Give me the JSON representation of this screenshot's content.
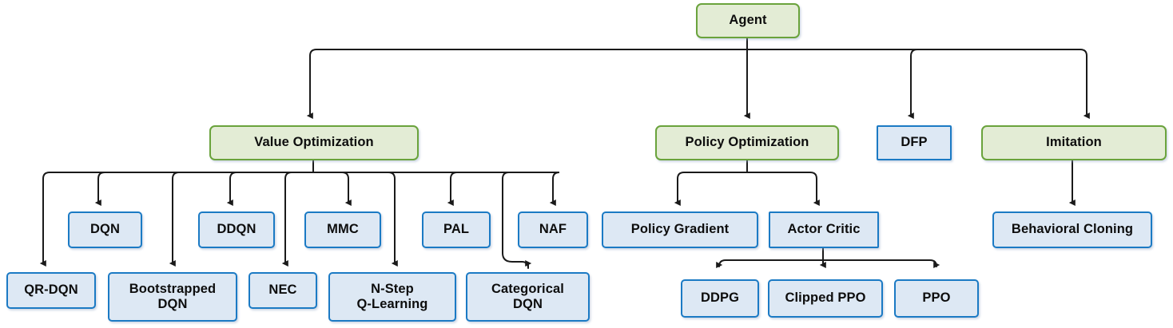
{
  "diagram": {
    "title": "Reinforcement Learning Agent Taxonomy",
    "type": "tree-hierarchy",
    "colors": {
      "green_fill": "#e3ecd5",
      "green_border": "#6aa33c",
      "blue_fill": "#dde8f4",
      "blue_border": "#1b7ac4",
      "edge": "#1a1a1a",
      "background": "#ffffff",
      "text": "#0d0d0d"
    },
    "nodes": {
      "agent": "Agent",
      "value_optimization": "Policy Optimization",
      "value_opt": "Value Optimization",
      "policy_opt": "Policy Optimization",
      "dfp": "DFP",
      "imitation": "Imitation",
      "dqn": "DQN",
      "ddqn": "DDQN",
      "mmc": "MMC",
      "pal": "PAL",
      "naf": "NAF",
      "qr_dqn": "QR-DQN",
      "bootstrapped_dqn": "Bootstrapped\nDQN",
      "nec": "NEC",
      "n_step_q": "N-Step\nQ-Learning",
      "categorical_dqn": "Categorical\nDQN",
      "policy_gradient": "Policy Gradient",
      "actor_critic": "Actor Critic",
      "ddpg": "DDPG",
      "clipped_ppo": "Clipped PPO",
      "ppo": "PPO",
      "behavioral_cloning": "Behavioral Cloning"
    },
    "edges": [
      {
        "from": "agent",
        "to": "value_opt"
      },
      {
        "from": "agent",
        "to": "policy_opt"
      },
      {
        "from": "agent",
        "to": "dfp"
      },
      {
        "from": "agent",
        "to": "imitation"
      },
      {
        "from": "value_opt",
        "to": "dqn"
      },
      {
        "from": "value_opt",
        "to": "ddqn"
      },
      {
        "from": "value_opt",
        "to": "mmc"
      },
      {
        "from": "value_opt",
        "to": "pal"
      },
      {
        "from": "value_opt",
        "to": "naf"
      },
      {
        "from": "value_opt",
        "to": "qr_dqn"
      },
      {
        "from": "value_opt",
        "to": "bootstrapped_dqn"
      },
      {
        "from": "value_opt",
        "to": "nec"
      },
      {
        "from": "value_opt",
        "to": "n_step_q"
      },
      {
        "from": "value_opt",
        "to": "categorical_dqn"
      },
      {
        "from": "policy_opt",
        "to": "policy_gradient"
      },
      {
        "from": "policy_opt",
        "to": "actor_critic"
      },
      {
        "from": "actor_critic",
        "to": "ddpg"
      },
      {
        "from": "actor_critic",
        "to": "clipped_ppo"
      },
      {
        "from": "actor_critic",
        "to": "ppo"
      },
      {
        "from": "imitation",
        "to": "behavioral_cloning"
      }
    ]
  }
}
